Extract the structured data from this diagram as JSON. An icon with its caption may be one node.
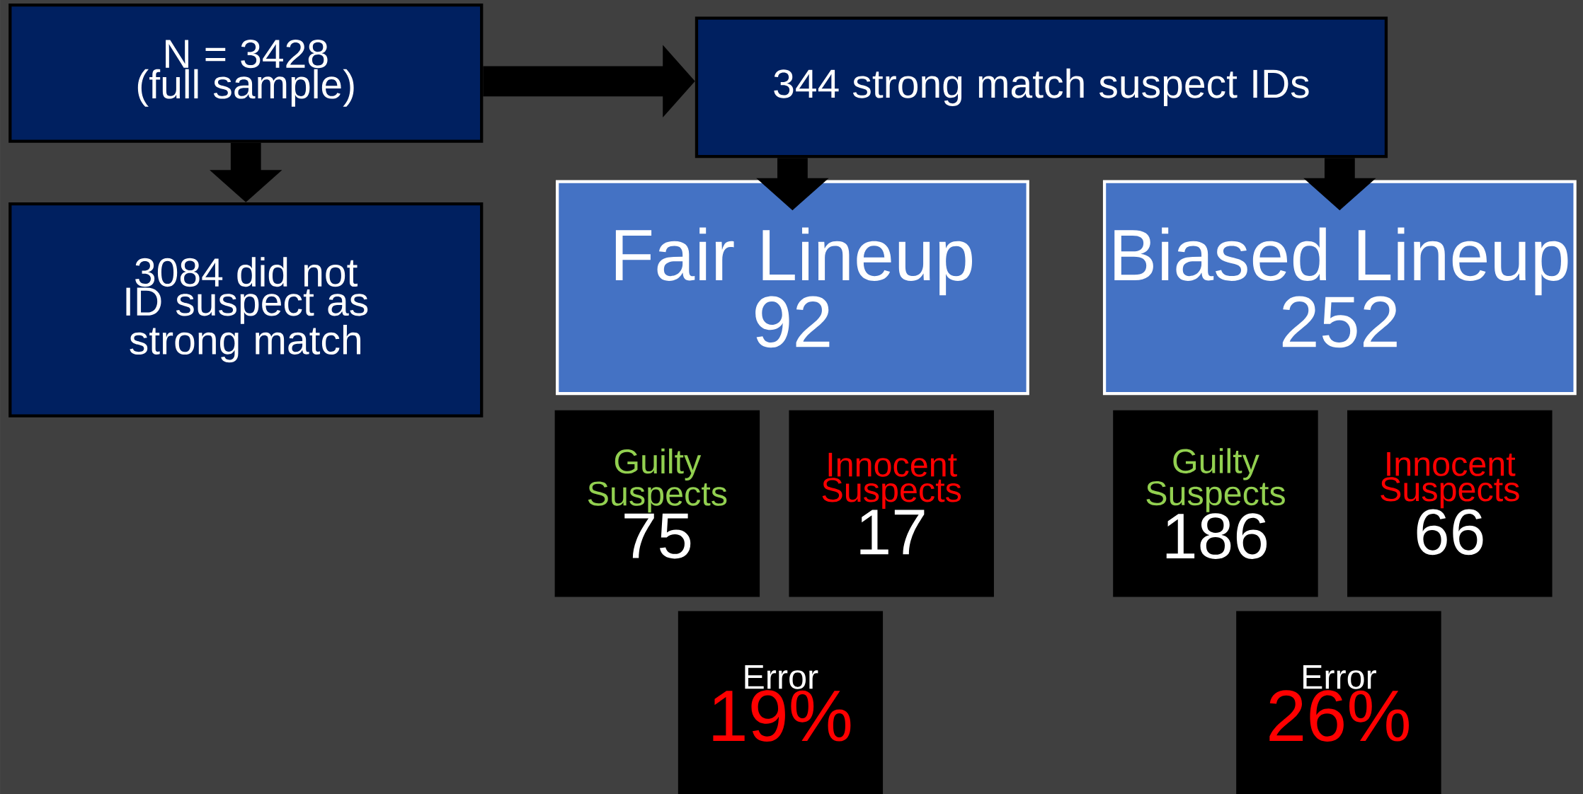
{
  "diagram": {
    "nodes": [
      {
        "text": [
          "N = 3428 (full sample)"
        ]
      },
      {
        "text": [
          "344 strong match suspect IDs"
        ]
      },
      {
        "text": [
          "3084 did not ID suspect as strong match"
        ]
      },
      {
        "text": [
          "Fair Lineup",
          "92"
        ]
      },
      {
        "text": [
          "Biased Lineup",
          "252"
        ]
      },
      {
        "text": [
          "Guilty Suspects",
          "75"
        ]
      },
      {
        "text": [
          "Innocent Suspects",
          "17"
        ]
      },
      {
        "text": [
          "Guilty Suspects",
          "186"
        ]
      },
      {
        "text": [
          "Innocent Suspects",
          "66"
        ]
      },
      {
        "text": [
          "Error",
          "19%"
        ]
      },
      {
        "text": [
          "Error",
          "26%"
        ]
      }
    ],
    "edges": [
      {
        "from": 0,
        "to": 1,
        "arrow": "to"
      },
      {
        "from": 0,
        "to": 2,
        "arrow": "to"
      },
      {
        "from": 1,
        "to": 3,
        "arrow": "to"
      },
      {
        "from": 1,
        "to": 4,
        "arrow": "to"
      }
    ]
  }
}
